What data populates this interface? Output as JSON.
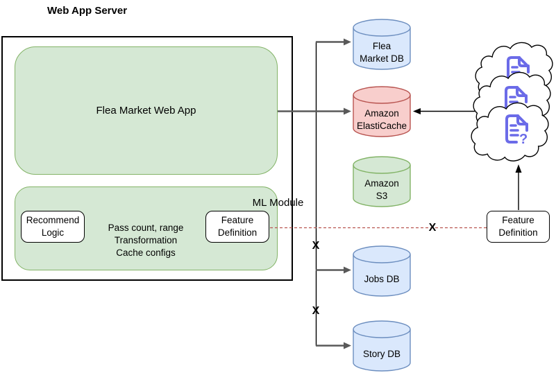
{
  "diagram": {
    "title": "Web App Server",
    "server": {
      "web_app_label": "Flea Market Web App",
      "ml_module": {
        "title": "ML Module",
        "recommend_logic_label": "Recommend Logic",
        "notes": "Pass count, range\nTransformation\nCache configs",
        "feature_definition_label": "Feature Definition"
      }
    },
    "datastores": [
      {
        "name": "flea-market-db",
        "label": "Flea\nMarket DB",
        "fill": "#dae8fc",
        "stroke": "#6c8ebf"
      },
      {
        "name": "amazon-elasticache",
        "label": "Amazon\nElastiCache",
        "fill": "#f8cecc",
        "stroke": "#b85450"
      },
      {
        "name": "amazon-s3",
        "label": "Amazon\nS3",
        "fill": "#d5e8d4",
        "stroke": "#82b366"
      },
      {
        "name": "jobs-db",
        "label": "Jobs DB",
        "fill": "#dae8fc",
        "stroke": "#6c8ebf"
      },
      {
        "name": "story-db",
        "label": "Story DB",
        "fill": "#dae8fc",
        "stroke": "#6c8ebf"
      }
    ],
    "external": {
      "feature_definition_label": "Feature Definition",
      "cloud_icon": "document-question-icon",
      "question_glyph": "?"
    },
    "markers": {
      "x_glyph": "X"
    },
    "colors": {
      "green_fill": "#d5e8d4",
      "green_stroke": "#82b366",
      "blue_fill": "#dae8fc",
      "blue_stroke": "#6c8ebf",
      "red_fill": "#f8cecc",
      "red_stroke": "#b85450",
      "dashed_line": "#b85450",
      "arrow_gray": "#595959",
      "arrow_black": "#000000",
      "icon_purple": "#6b6be8"
    }
  }
}
